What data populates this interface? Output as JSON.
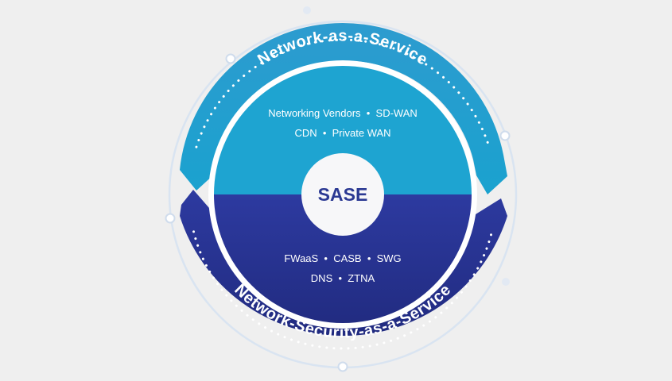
{
  "top_arc_label": "Network-as-a-Service",
  "bottom_arc_label": "Network-Security-as-a-Service",
  "center_label": "SASE",
  "top_items": {
    "line1": "Networking Vendors  •  SD-WAN",
    "line2": "CDN  •  Private WAN"
  },
  "bottom_items": {
    "line1": "FWaaS  •  CASB  •  SWG",
    "line2": "DNS  •  ZTNA"
  },
  "colors": {
    "background": "#efefef",
    "top_light": "#2aa8d6",
    "top_dark": "#1795c2",
    "bottom_light": "#2e3a9c",
    "bottom_dark": "#232c84",
    "center_circle": "#f7f7f9",
    "center_text": "#2b3993",
    "outer_ring": "#d7e3f1"
  }
}
